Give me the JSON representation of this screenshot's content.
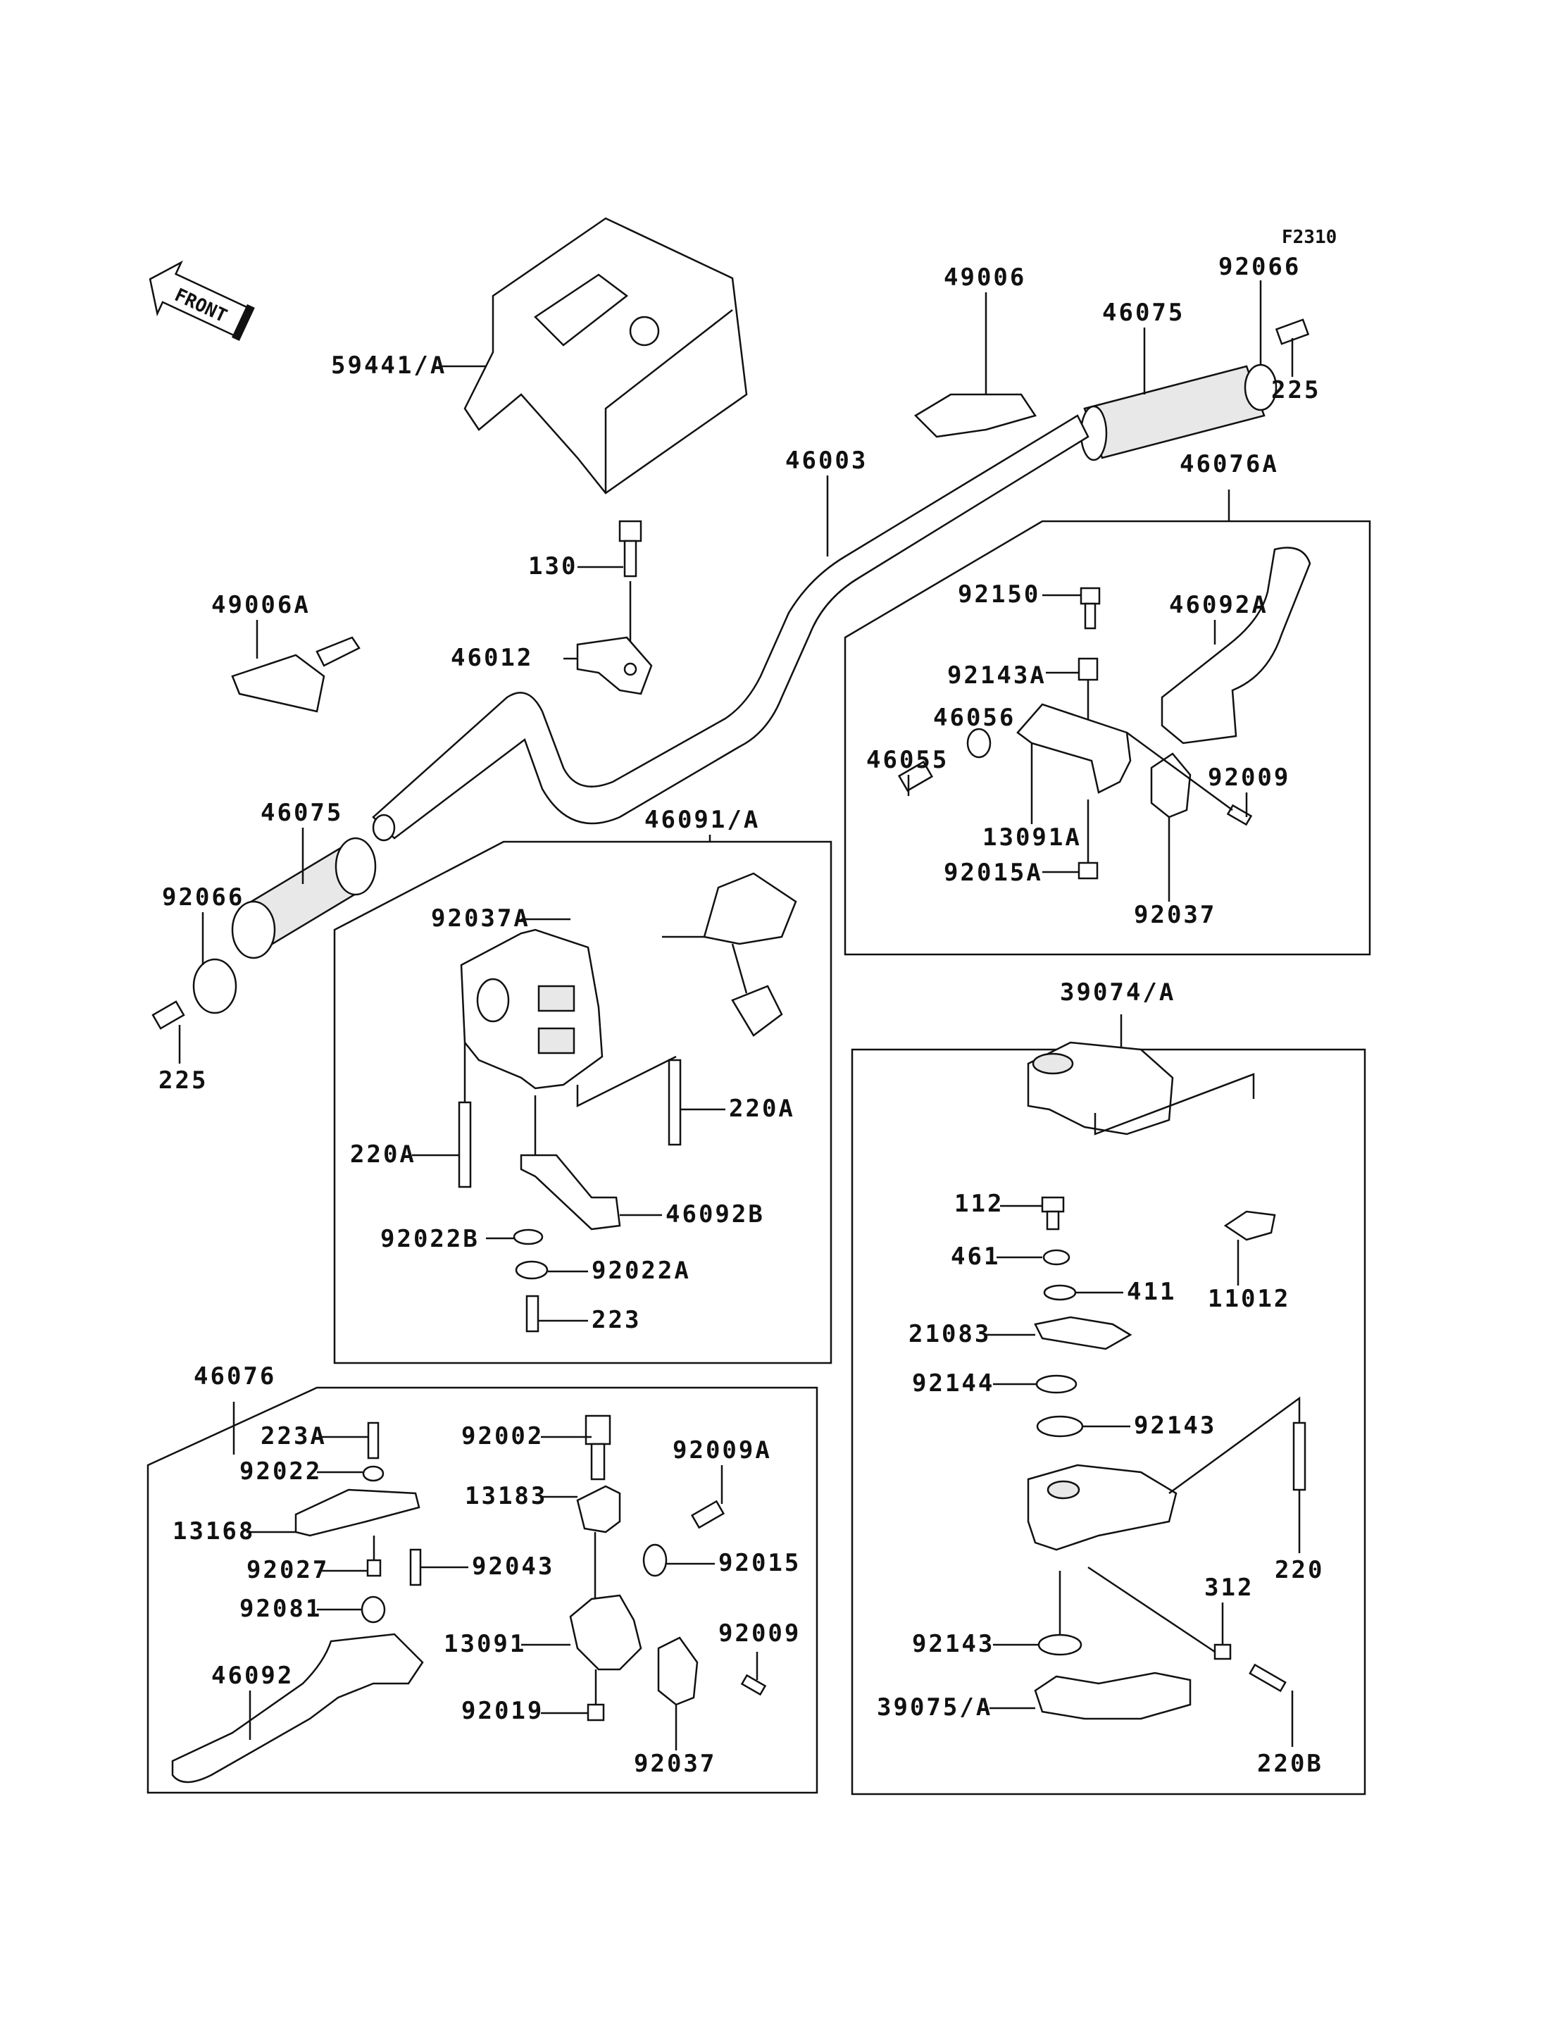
{
  "figure_code": "F2310",
  "front_arrow_text": "FRONT",
  "labels": {
    "l59441A": "59441/A",
    "l49006": "49006",
    "l46075_top": "46075",
    "l92066_top": "92066",
    "l225_top": "225",
    "l46003": "46003",
    "l46076A": "46076A",
    "l130": "130",
    "l49006A": "49006A",
    "l46012": "46012",
    "l46075_left": "46075",
    "l92066_left": "92066",
    "l225_left": "225",
    "l46091A": "46091/A"
  },
  "box_46076A": {
    "title": "46076A",
    "labels": [
      "92150",
      "46092A",
      "92143A",
      "46056",
      "46055",
      "92009",
      "13091A",
      "92015A",
      "92037"
    ]
  },
  "box_46091A": {
    "title": "46091/A",
    "labels": [
      "92037A",
      "220A",
      "220A",
      "46092B",
      "92022B",
      "92022A",
      "223"
    ]
  },
  "box_46076": {
    "title": "46076",
    "labels": [
      "223A",
      "92022",
      "13168",
      "92027",
      "92043",
      "92081",
      "46092",
      "92002",
      "13183",
      "92009A",
      "92015",
      "13091",
      "92009",
      "92019",
      "92037"
    ]
  },
  "box_39074A": {
    "title": "39074/A",
    "labels": [
      "112",
      "461",
      "411",
      "11012",
      "21083",
      "92144",
      "92143",
      "220",
      "312",
      "92143",
      "39075/A",
      "220B"
    ]
  }
}
